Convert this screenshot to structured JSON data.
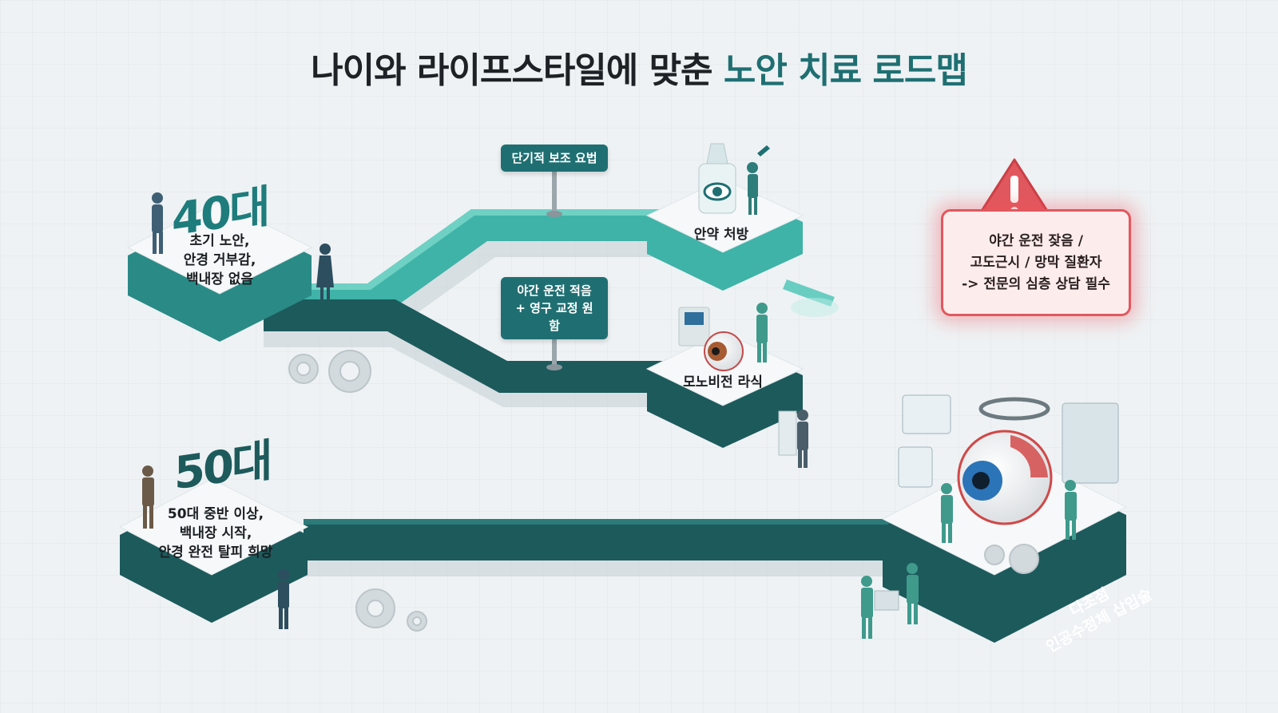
{
  "title": {
    "main": "나이와 라이프스타일에 맞춘 ",
    "highlight": "노안 치료 로드맵"
  },
  "age_groups": {
    "forties": {
      "label": "40대",
      "description": [
        "초기 노안,",
        "안경 거부감,",
        "백내장 없음"
      ]
    },
    "fifties": {
      "label": "50대",
      "description": [
        "50대 중반 이상,",
        "백내장 시작,",
        "안경 완전 탈피 희망"
      ]
    }
  },
  "signs": {
    "short_term": [
      "단기적 보조 요법"
    ],
    "night_driving": [
      "야간 운전 적음",
      "+ 영구 교정 원함"
    ]
  },
  "treatments": {
    "eye_drops": "안약 처방",
    "monovision": "모노비전 라식",
    "multifocal_iol": [
      "다초점",
      "인공수정체 삽입술"
    ]
  },
  "warning": {
    "lines": [
      "야간 운전 잦음 /",
      "고도근시 / 망막 질환자",
      "-> 전문의 심층 상담 필수"
    ]
  },
  "colors": {
    "teal_light": "#3fb3a8",
    "teal_dark": "#1d5a5c",
    "accent_title": "#1f6f72",
    "warning_red": "#e0585e"
  }
}
